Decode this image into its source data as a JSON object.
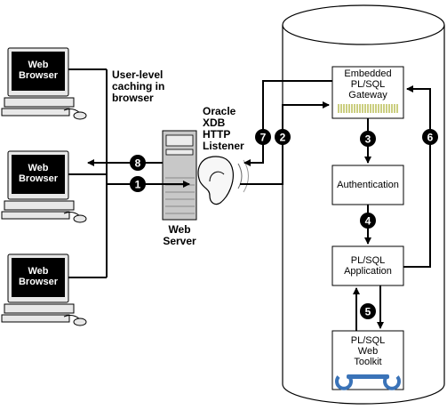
{
  "browsers": [
    {
      "line1": "Web",
      "line2": "Browser"
    },
    {
      "line1": "Web",
      "line2": "Browser"
    },
    {
      "line1": "Web",
      "line2": "Browser"
    }
  ],
  "caching_label": {
    "line1": "User-level",
    "line2": "caching in",
    "line3": "browser"
  },
  "listener_label": {
    "line1": "Oracle",
    "line2": "XDB",
    "line3": "HTTP",
    "line4": "Listener"
  },
  "server_label": {
    "line1": "Web",
    "line2": "Server"
  },
  "gateway": {
    "line1": "Embedded",
    "line2": "PL/SQL",
    "line3": "Gateway"
  },
  "authentication": {
    "label": "Authentication"
  },
  "application": {
    "line1": "PL/SQL",
    "line2": "Application"
  },
  "toolkit": {
    "line1": "PL/SQL",
    "line2": "Web",
    "line3": "Toolkit"
  },
  "steps": [
    "1",
    "2",
    "3",
    "4",
    "5",
    "6",
    "7",
    "8"
  ],
  "colors": {
    "line": "#000000",
    "box_fill": "#ffffff",
    "screen": "#000000",
    "gateway_stripes": "#b5b84a",
    "wrench": "#3a73b8",
    "server_gray": "#c8c8c8"
  }
}
